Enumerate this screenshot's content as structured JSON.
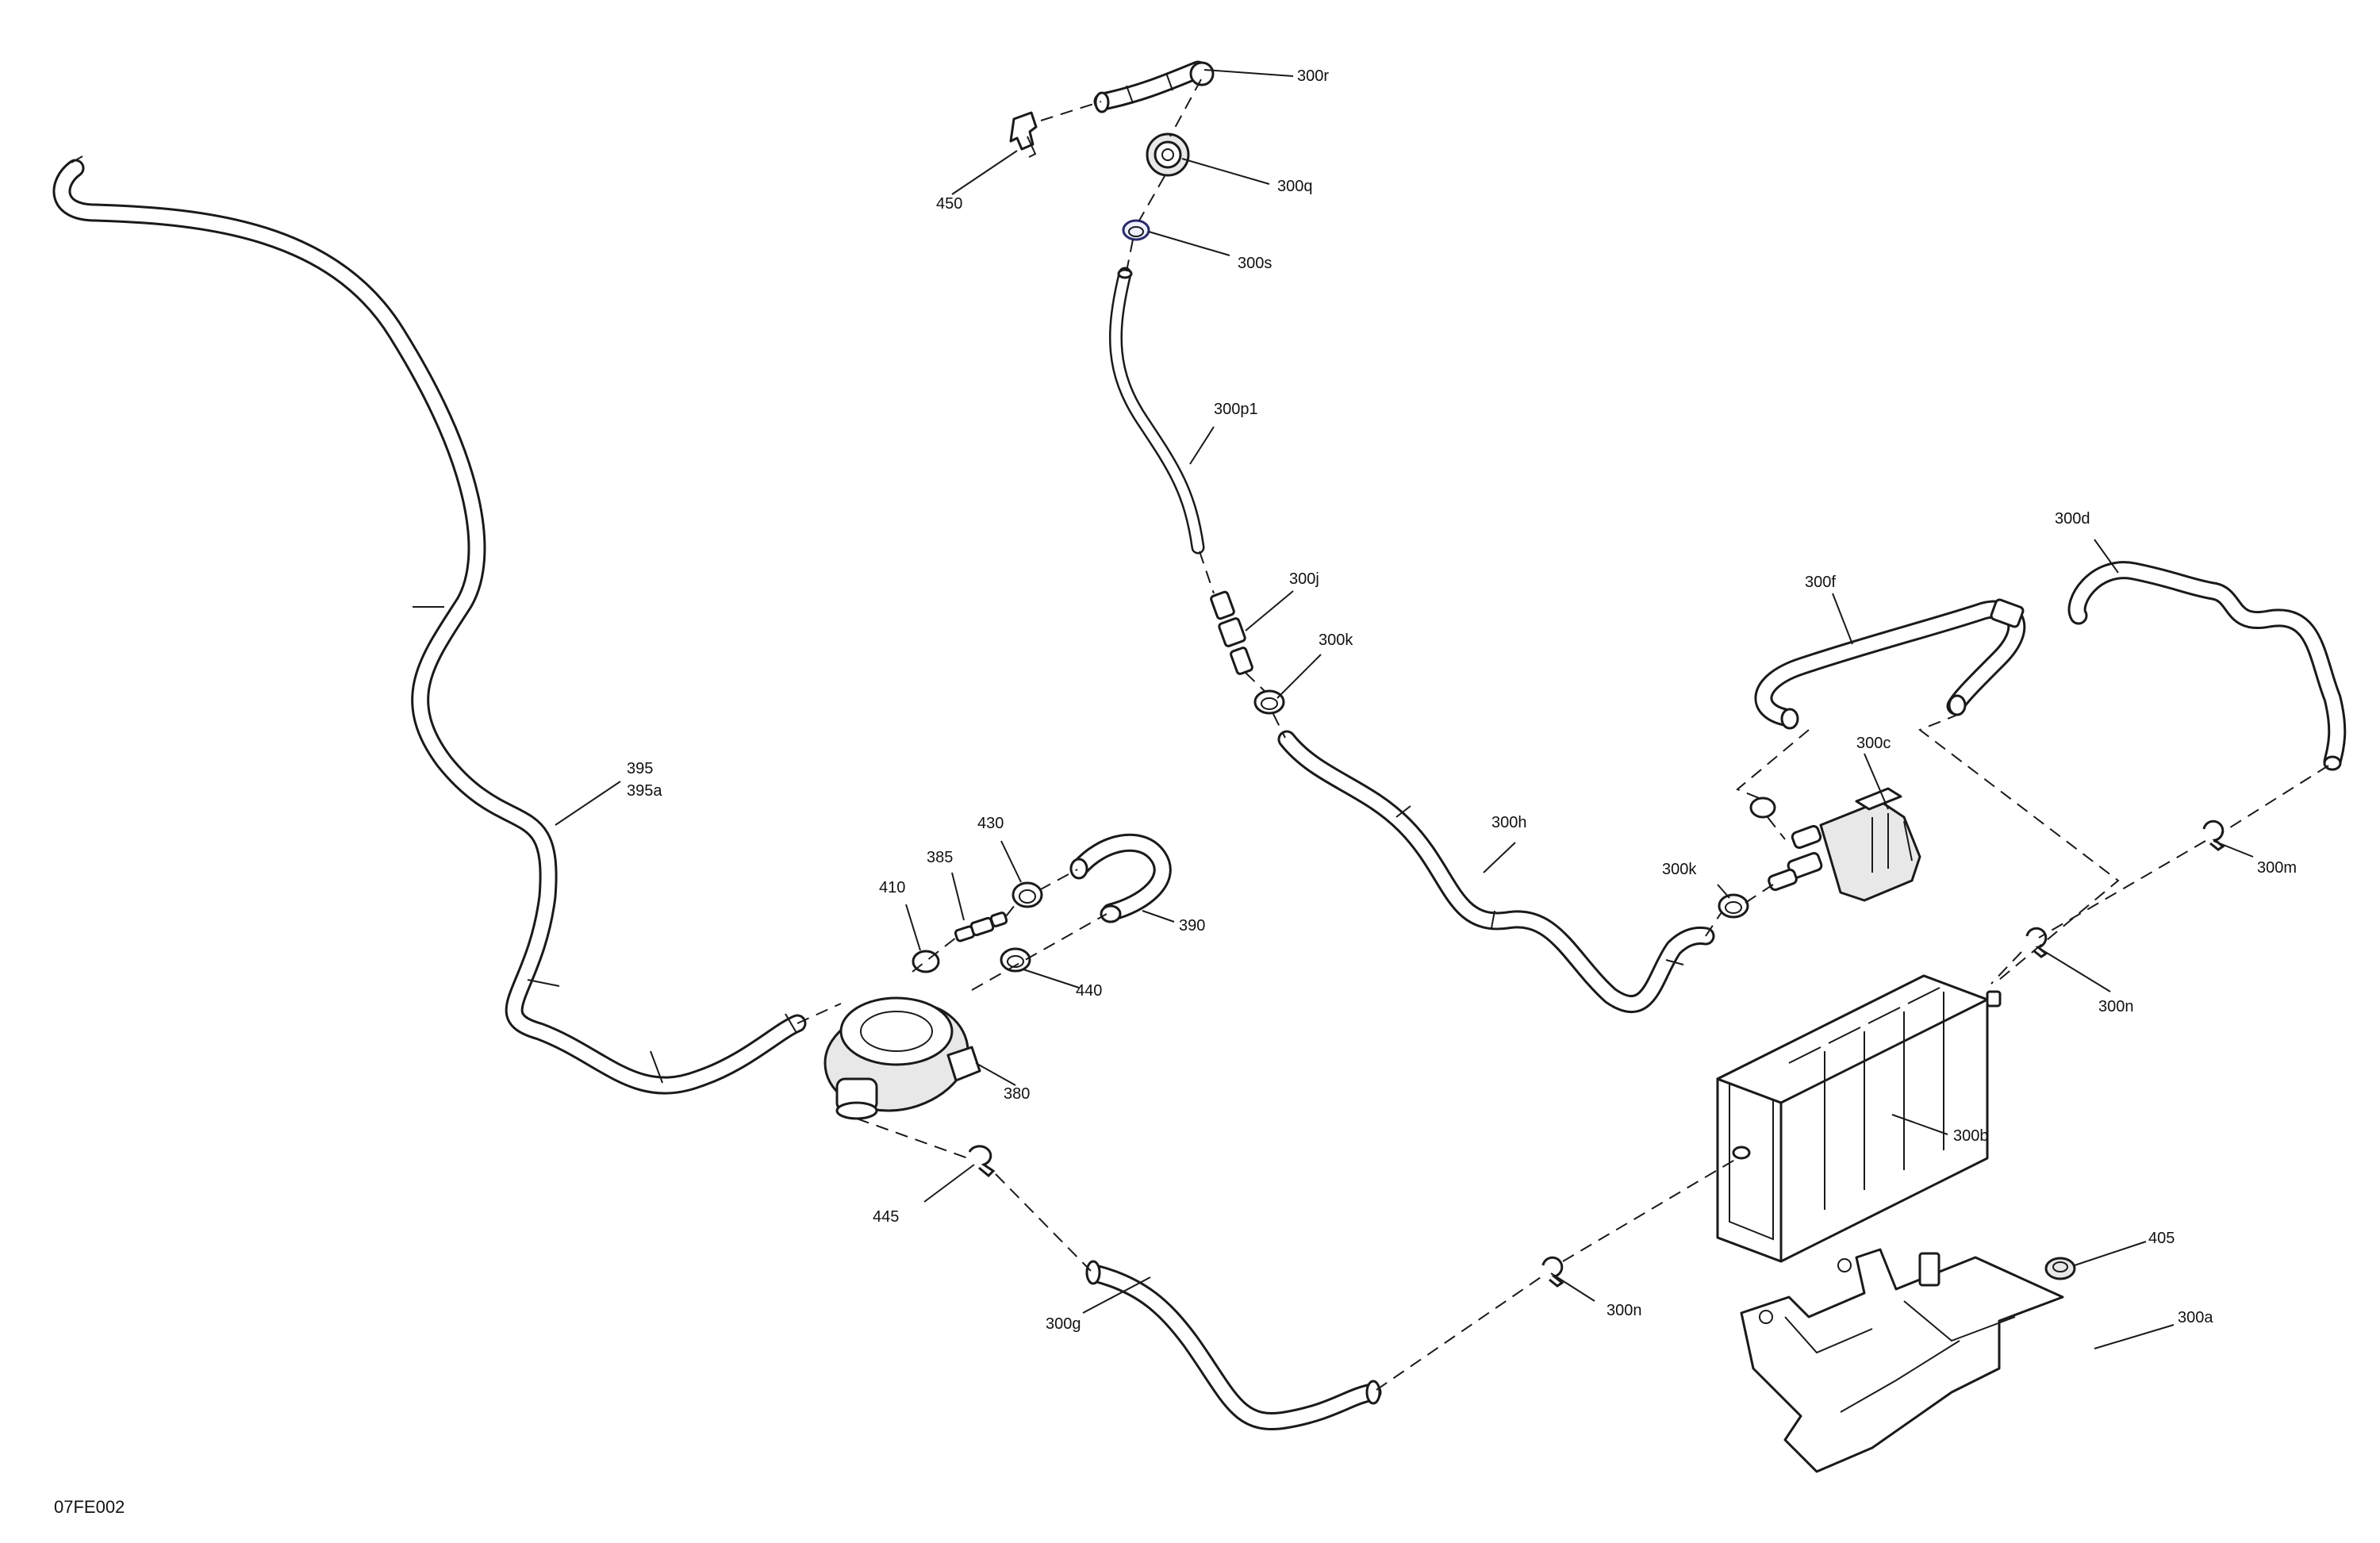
{
  "drawing_code": "07FE002",
  "labels": {
    "l300r": "300r",
    "l450": "450",
    "l300q": "300q",
    "l300s": "300s",
    "l300p1": "300p1",
    "l300j": "300j",
    "l300k_top": "300k",
    "l300d": "300d",
    "l300f": "300f",
    "l395": "395",
    "l395a": "395a",
    "l300c": "300c",
    "l300h": "300h",
    "l430": "430",
    "l385": "385",
    "l410": "410",
    "l390": "390",
    "l440": "440",
    "l300k_bottom": "300k",
    "l300m": "300m",
    "l300n_right": "300n",
    "l380": "380",
    "l300b": "300b",
    "l445": "445",
    "l405": "405",
    "l300n_bottom": "300n",
    "l300a": "300a",
    "l300g": "300g"
  }
}
